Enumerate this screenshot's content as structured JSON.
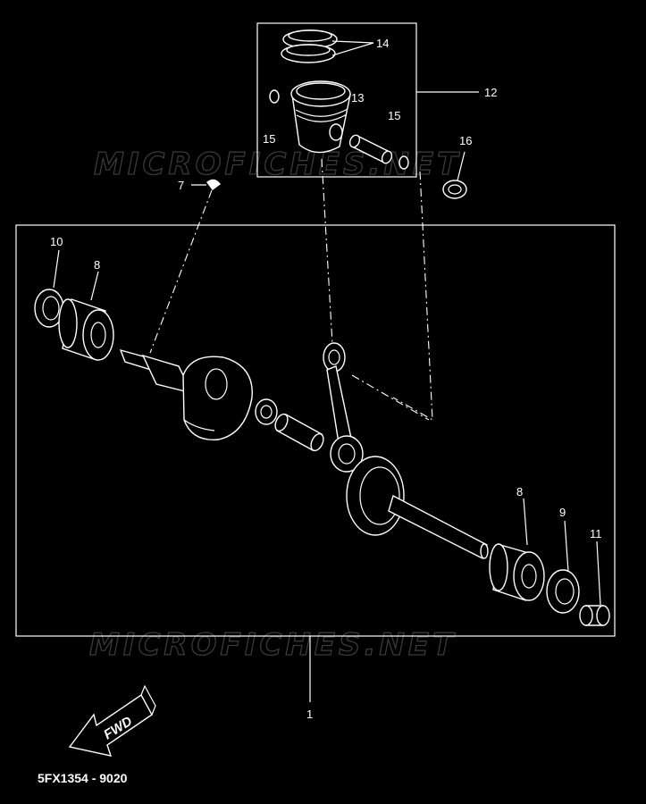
{
  "diagram": {
    "watermark": "MICROFICHES.NET",
    "callouts": {
      "c1": "1",
      "c7": "7",
      "c8a": "8",
      "c8b": "8",
      "c9": "9",
      "c10": "10",
      "c11": "11",
      "c12": "12",
      "c13": "13",
      "c14": "14",
      "c15a": "15",
      "c15b": "15",
      "c16": "16"
    },
    "fwd_label": "FWD",
    "footer_code": "5FX1354 - 9020"
  }
}
